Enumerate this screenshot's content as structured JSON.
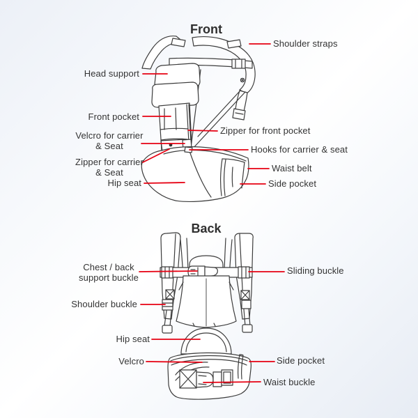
{
  "diagram_title": "Baby hip-seat carrier parts diagram",
  "accent_color": "#e60012",
  "text_color": "#333333",
  "line_art_color": "#3c3c3c",
  "background_colors": [
    "#ecf0f7",
    "#ffffff",
    "#e7ecf4"
  ],
  "front": {
    "title": "Front",
    "labels": {
      "shoulder_straps": "Shoulder straps",
      "head_support": "Head support",
      "front_pocket": "Front pocket",
      "velcro_for_carrier_seat": "Velcro for carrier\n& Seat",
      "zipper_for_front_pocket": "Zipper for front pocket",
      "hooks_for_carrier_seat": "Hooks for carrier & seat",
      "zipper_for_carrier_seat": "Zipper for carrier\n& Seat",
      "hip_seat": "Hip seat",
      "waist_belt": "Waist belt",
      "side_pocket": "Side pocket"
    }
  },
  "back": {
    "title": "Back",
    "labels": {
      "chest_back_support_buckle": "Chest / back\nsupport buckle",
      "sliding_buckle": "Sliding buckle",
      "shoulder_buckle": "Shoulder buckle",
      "hip_seat": "Hip seat",
      "velcro": "Velcro",
      "side_pocket": "Side pocket",
      "waist_buckle": "Waist buckle"
    }
  }
}
